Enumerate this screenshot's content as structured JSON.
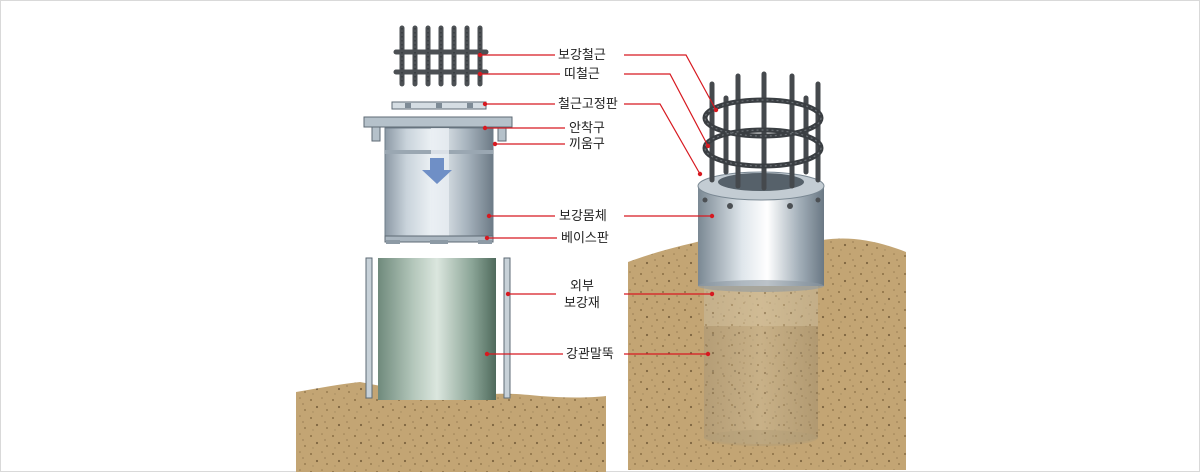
{
  "labels": {
    "rebar": "보강철근",
    "tie_rebar": "띠철근",
    "rebar_fixing_plate": "철근고정판",
    "seating": "안착구",
    "insert": "끼움구",
    "reinforcement_body": "보강몸체",
    "base_plate": "베이스판",
    "outer_reinforcement_line1": "외부",
    "outer_reinforcement_line2": "보강재",
    "steel_pipe_pile": "강관말뚝"
  },
  "colors": {
    "leader_line": "#d71920",
    "soil": "#c3a574",
    "steel": "#a7b3bd",
    "pile": "#8fa89a",
    "rebar": "#4c5054",
    "arrow": "#6f8fc6"
  }
}
